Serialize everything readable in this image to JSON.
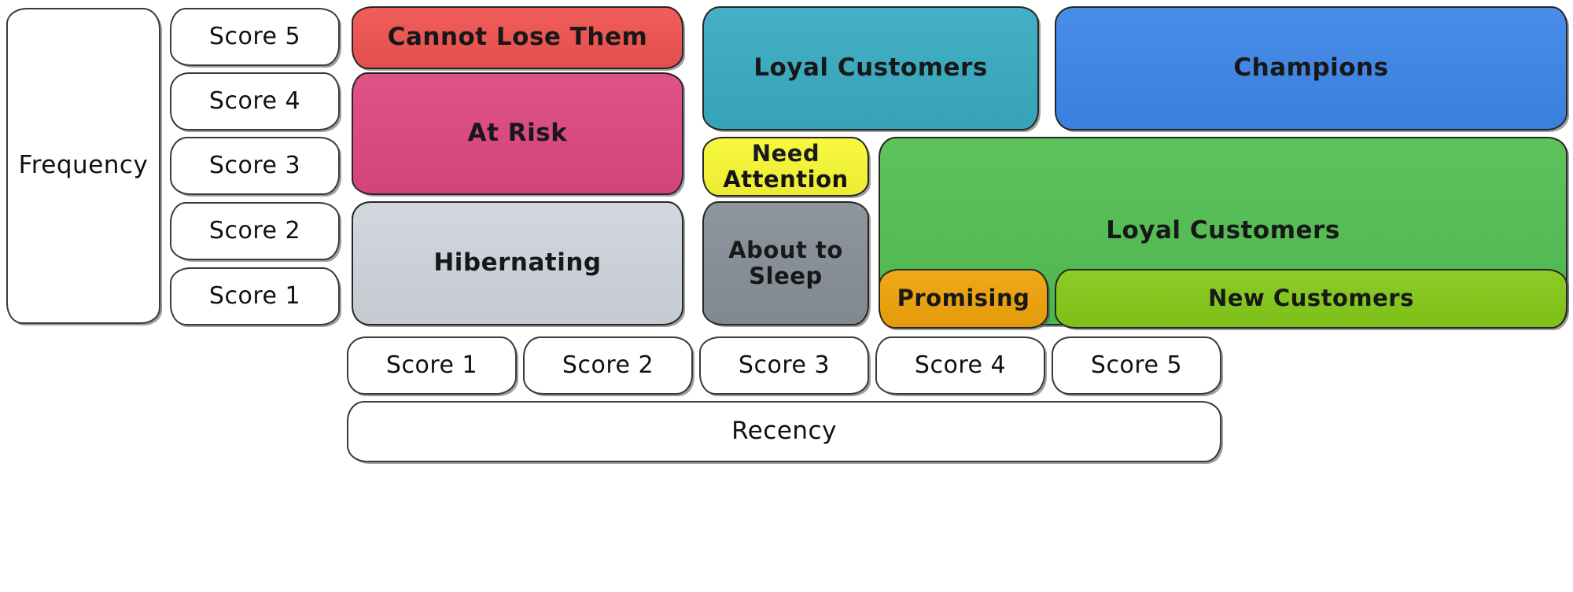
{
  "diagram": {
    "type": "rfm-segmentation-matrix",
    "axes": {
      "y_axis_title": "Frequency",
      "x_axis_title": "Recency",
      "y_axis_scores": [
        "Score 5",
        "Score 4",
        "Score 3",
        "Score 2",
        "Score 1"
      ],
      "x_axis_scores": [
        "Score 1",
        "Score 2",
        "Score 3",
        "Score 4",
        "Score 5"
      ]
    },
    "colors": {
      "cannot_lose_them": "#EF5350",
      "at_risk": "#DD4880",
      "hibernating": "#CFD5DC",
      "loyal_customers_teal": "#39ABC2",
      "need_attention": "#F8F836",
      "about_to_sleep": "#878F98",
      "champions": "#3E86E8",
      "loyal_customers_green": "#53BF52",
      "promising": "#F0A30A",
      "new_customers": "#84C919",
      "axis_box_fill": "#FFFFFF",
      "stroke": "#2B2B2B",
      "text": "#111111"
    },
    "segments": [
      {
        "name": "cannot-lose-them",
        "label": "Cannot Lose Them",
        "color": "#EF5350",
        "recency_scores": [
          1,
          2
        ],
        "frequency_scores": [
          5
        ]
      },
      {
        "name": "at-risk",
        "label": "At Risk",
        "color": "#DD4880",
        "recency_scores": [
          1,
          2
        ],
        "frequency_scores": [
          3,
          4
        ]
      },
      {
        "name": "hibernating",
        "label": "Hibernating",
        "color": "#CFD5DC",
        "recency_scores": [
          1,
          2
        ],
        "frequency_scores": [
          1,
          2
        ]
      },
      {
        "name": "loyal-customers-teal",
        "label": "Loyal Customers",
        "color": "#39ABC2",
        "recency_scores": [
          3,
          4
        ],
        "frequency_scores": [
          4,
          5
        ]
      },
      {
        "name": "need-attention",
        "label": "Need Attention",
        "color": "#F8F836",
        "recency_scores": [
          3
        ],
        "frequency_scores": [
          3
        ]
      },
      {
        "name": "about-to-sleep",
        "label": "About to Sleep",
        "color": "#878F98",
        "recency_scores": [
          3
        ],
        "frequency_scores": [
          1,
          2
        ]
      },
      {
        "name": "champions",
        "label": "Champions",
        "color": "#3E86E8",
        "recency_scores": [
          5
        ],
        "frequency_scores": [
          4,
          5
        ]
      },
      {
        "name": "loyal-customers-green",
        "label": "Loyal Customers",
        "color": "#53BF52",
        "recency_scores": [
          4,
          5
        ],
        "frequency_scores": [
          2,
          3
        ]
      },
      {
        "name": "promising",
        "label": "Promising",
        "color": "#F0A30A",
        "recency_scores": [
          4
        ],
        "frequency_scores": [
          1
        ]
      },
      {
        "name": "new-customers",
        "label": "New Customers",
        "color": "#84C919",
        "recency_scores": [
          5
        ],
        "frequency_scores": [
          1
        ]
      }
    ]
  }
}
